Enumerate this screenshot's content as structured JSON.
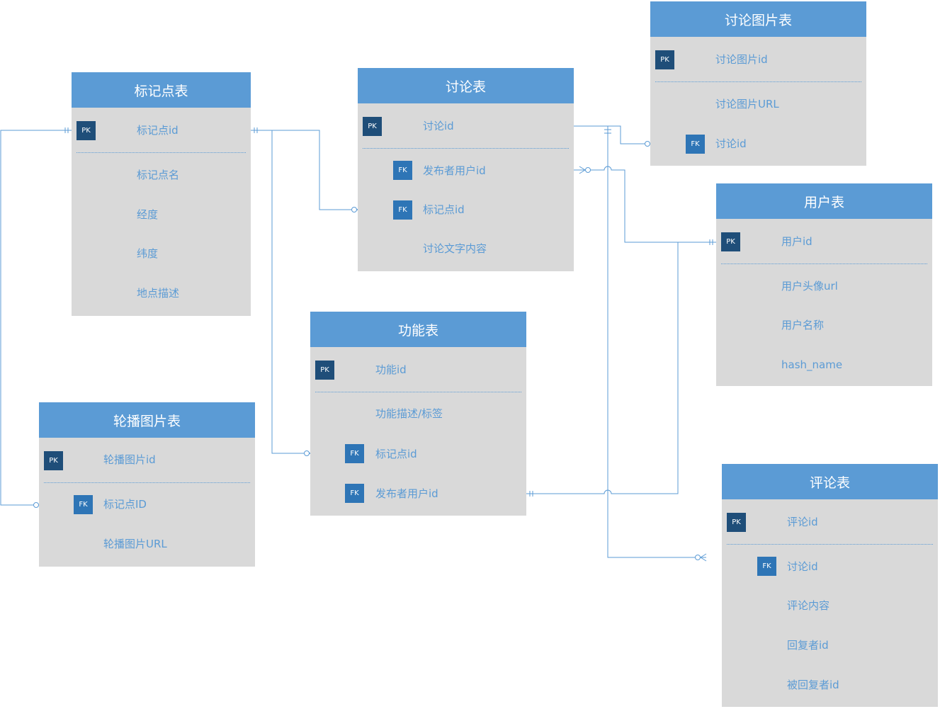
{
  "tables": {
    "marker": {
      "title": "标记点表",
      "fields": [
        {
          "key": "PK",
          "name": "标记点id"
        },
        {
          "key": "",
          "name": "标记点名"
        },
        {
          "key": "",
          "name": "经度"
        },
        {
          "key": "",
          "name": "纬度"
        },
        {
          "key": "",
          "name": "地点描述"
        }
      ]
    },
    "carousel": {
      "title": "轮播图片表",
      "fields": [
        {
          "key": "PK",
          "name": "轮播图片id"
        },
        {
          "key": "FK",
          "name": "标记点ID"
        },
        {
          "key": "",
          "name": "轮播图片URL"
        }
      ]
    },
    "discussion": {
      "title": "讨论表",
      "fields": [
        {
          "key": "PK",
          "name": "讨论id"
        },
        {
          "key": "FK",
          "name": "发布者用户id"
        },
        {
          "key": "FK",
          "name": "标记点id"
        },
        {
          "key": "",
          "name": "讨论文字内容"
        }
      ]
    },
    "feature": {
      "title": "功能表",
      "fields": [
        {
          "key": "PK",
          "name": "功能id"
        },
        {
          "key": "",
          "name": "功能描述/标签"
        },
        {
          "key": "FK",
          "name": "标记点id"
        },
        {
          "key": "FK",
          "name": "发布者用户id"
        }
      ]
    },
    "discussion_image": {
      "title": "讨论图片表",
      "fields": [
        {
          "key": "PK",
          "name": "讨论图片id"
        },
        {
          "key": "",
          "name": "讨论图片URL"
        },
        {
          "key": "FK",
          "name": "讨论id"
        }
      ]
    },
    "user": {
      "title": "用户表",
      "fields": [
        {
          "key": "PK",
          "name": "用户id"
        },
        {
          "key": "",
          "name": "用户头像url"
        },
        {
          "key": "",
          "name": "用户名称"
        },
        {
          "key": "",
          "name": "hash_name"
        }
      ]
    },
    "comment": {
      "title": "评论表",
      "fields": [
        {
          "key": "PK",
          "name": "评论id"
        },
        {
          "key": "FK",
          "name": "讨论id"
        },
        {
          "key": "",
          "name": "评论内容"
        },
        {
          "key": "",
          "name": "回复者id"
        },
        {
          "key": "",
          "name": "被回复者id"
        }
      ]
    }
  },
  "relationships": [
    {
      "from": "marker.marker_id",
      "to": "carousel.marker_ID",
      "from_end": "one",
      "to_end": "many"
    },
    {
      "from": "marker.marker_id",
      "to": "discussion.marker_id",
      "from_end": "one",
      "to_end": "many"
    },
    {
      "from": "marker.marker_id",
      "to": "feature.marker_id",
      "from_end": "one",
      "to_end": "many"
    },
    {
      "from": "discussion.discussion_id",
      "to": "discussion_image.discussion_id",
      "from_end": "one",
      "to_end": "many"
    },
    {
      "from": "discussion.discussion_id",
      "to": "comment.discussion_id",
      "from_end": "one",
      "to_end": "many"
    },
    {
      "from": "user.user_id",
      "to": "discussion.publisher_user_id",
      "from_end": "one",
      "to_end": "many"
    },
    {
      "from": "user.user_id",
      "to": "feature.publisher_user_id",
      "from_end": "one",
      "to_end": "one"
    }
  ],
  "colors": {
    "header": "#5b9bd5",
    "body": "#d9d9d9",
    "pk": "#1f4e79",
    "fk": "#2e75b6",
    "line": "#5b9bd5",
    "text": "#5b9bd5"
  }
}
